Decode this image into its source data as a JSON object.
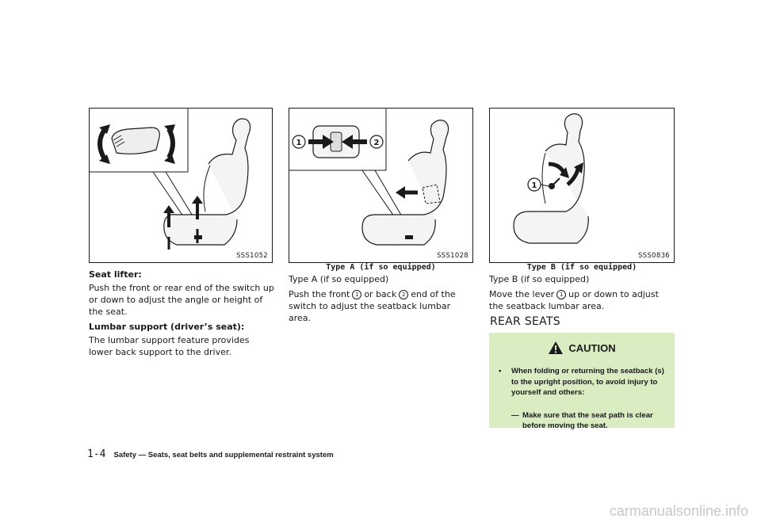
{
  "figures": [
    {
      "code": "SSS1052",
      "caption": ""
    },
    {
      "code": "SSS1028",
      "caption": "Type A (if so equipped)"
    },
    {
      "code": "SSS0836",
      "caption": "Type B (if so equipped)"
    }
  ],
  "col1": {
    "heading1": "Seat lifter:",
    "para1": "Push the front or rear end of the switch up or down to adjust the angle or height of the seat.",
    "heading2": "Lumbar support (driver’s seat):",
    "para2": "The lumbar support feature provides lower back support to the driver."
  },
  "col2": {
    "type_line": "Type A (if so equipped)",
    "para_start": "Push the front",
    "num1": "1",
    "para_mid": "or back",
    "num2": "2",
    "para_end": "end of the switch to adjust the seatback lumbar area."
  },
  "col3": {
    "type_line": "Type B (if so equipped)",
    "para_start": "Move the lever",
    "num1": "1",
    "para_end": "up or down to adjust the seatback lumbar area."
  },
  "rear_seats_heading": "REAR SEATS",
  "caution": {
    "title": "CAUTION",
    "bullet": "•",
    "item": "When folding or returning the seatback (s) to the upright position, to avoid injury to yourself and others:",
    "dash": "—",
    "sub_item": "Make sure that the seat path is clear before moving the seat."
  },
  "footer": {
    "page": "1-4",
    "title": "Safety — Seats, seat belts and supplemental restraint system"
  },
  "watermark": "carmanualsonline.info"
}
